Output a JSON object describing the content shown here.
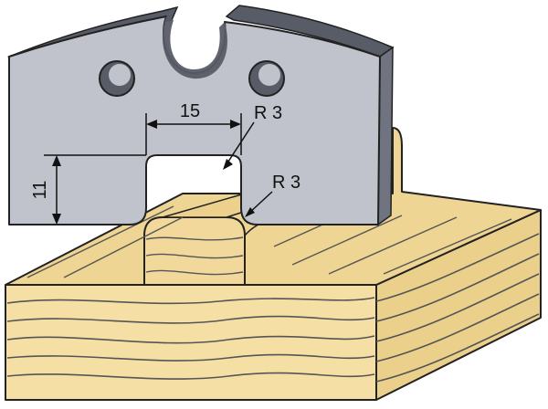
{
  "dimensions": {
    "width": {
      "value": "15"
    },
    "height": {
      "value": "11"
    },
    "inner_radius": {
      "value": "R 3"
    },
    "outer_radius": {
      "value": "R 3"
    }
  },
  "colors": {
    "blade_face": "#c0c3cc",
    "blade_top": "#585c66",
    "blade_side": "#6f7480",
    "wood_front": "#f5dfa5",
    "wood_top": "#efd593",
    "wood_side": "#ead08b",
    "outline": "#222222"
  }
}
